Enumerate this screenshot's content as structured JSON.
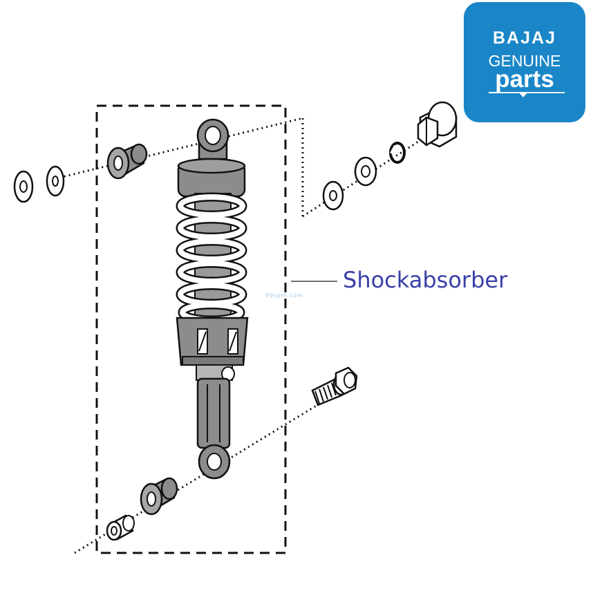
{
  "logo": {
    "brand": "BAJAJ",
    "line2": "GENUINE",
    "line3": "parts"
  },
  "callout": {
    "label": "Shockabsorber"
  },
  "watermark": "99rpm.com",
  "colors": {
    "logo_background": "#1a86c8",
    "callout_text": "#3a3fa8",
    "part_gray": "#8c8c8c"
  }
}
